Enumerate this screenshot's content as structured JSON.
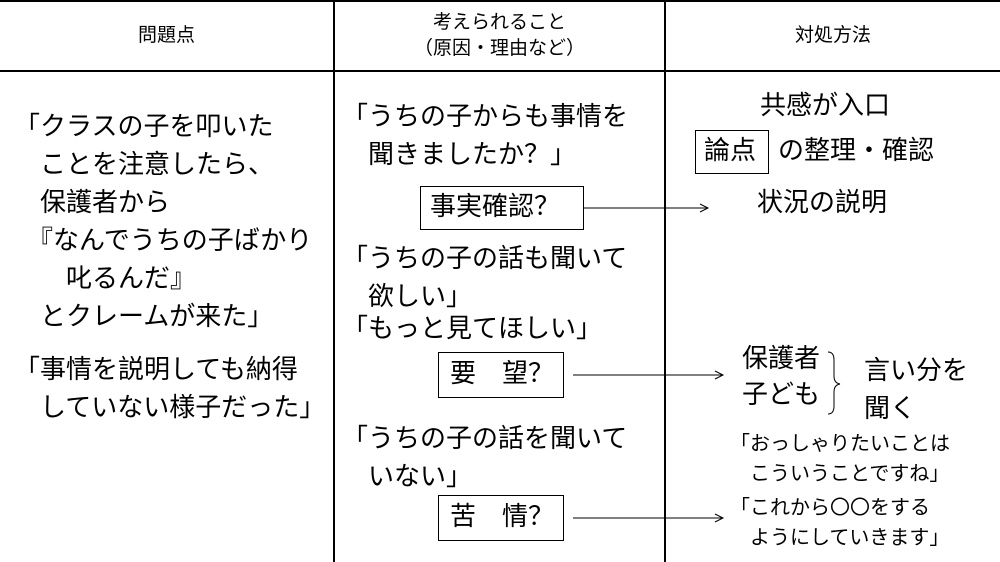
{
  "headers": {
    "problem": "問題点",
    "causes_line1": "考えられること",
    "causes_line2": "（原因・理由など）",
    "response": "対処方法"
  },
  "problems": [
    "「クラスの子を叩いた\n　ことを注意したら、\n　保護者から\n　『なんでうちの子ばかり\n　　叱るんだ』\n　とクレームが来た」",
    "「事情を説明しても納得\n　していない様子だった」"
  ],
  "causes": {
    "quote1": "「うちの子からも事情を\n　聞きましたか？」",
    "tag1": "事実確認？",
    "quote2": "「うちの子の話も聞いて\n　欲しい」",
    "quote3": "「もっと見てほしい」",
    "tag2": "要　望？",
    "quote4": "「うちの子の話を聞いて\n　いない」",
    "tag3": "苦　情？"
  },
  "responses": {
    "empathy": "共感が入口",
    "ronten": "論点",
    "seiri": "の整理・確認",
    "situation": "状況の説明",
    "guardian": "保護者",
    "child": "子ども",
    "listen": "言い分を\n聞く",
    "phrase1": "「おっしゃりたいことは\n　こういうことですね」",
    "phrase2": "「これから〇〇をする\n　ようにしていきます」"
  }
}
